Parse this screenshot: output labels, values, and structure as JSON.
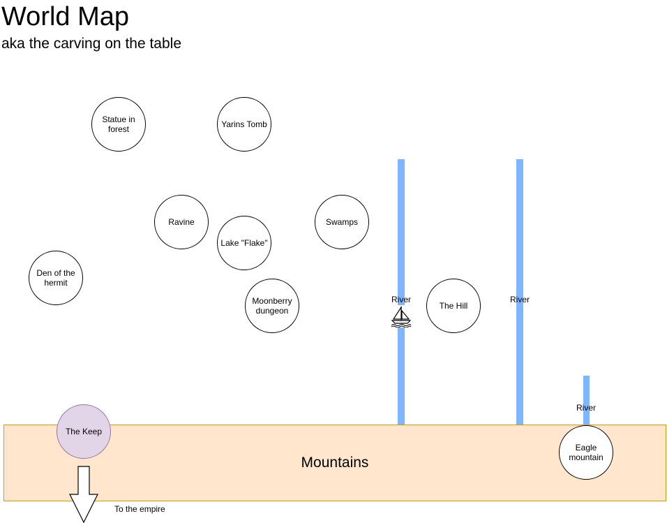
{
  "header": {
    "title": "World Map",
    "subtitle": "aka the carving on the table"
  },
  "places": {
    "statue": "Statue in forest",
    "yarins_tomb": "Yarins Tomb",
    "ravine": "Ravine",
    "lake": "Lake \"Flake\"",
    "swamps": "Swamps",
    "den": "Den of the hermit",
    "moonberry": "Moonberry dungeon",
    "the_hill": "The Hill",
    "the_keep": "The Keep",
    "eagle_mountain": "Eagle mountain"
  },
  "rivers": {
    "river_1": "River",
    "river_2": "River",
    "river_3": "River"
  },
  "regions": {
    "mountains": "Mountains"
  },
  "arrow": {
    "label": "To the empire"
  },
  "icons": {
    "boat": "sailboat-icon"
  },
  "colors": {
    "river": "#7eb6ff",
    "mountains_fill": "#ffe6cc",
    "mountains_stroke": "#d79b00",
    "keep_fill": "#e1d5e7",
    "keep_stroke": "#9673a6"
  }
}
